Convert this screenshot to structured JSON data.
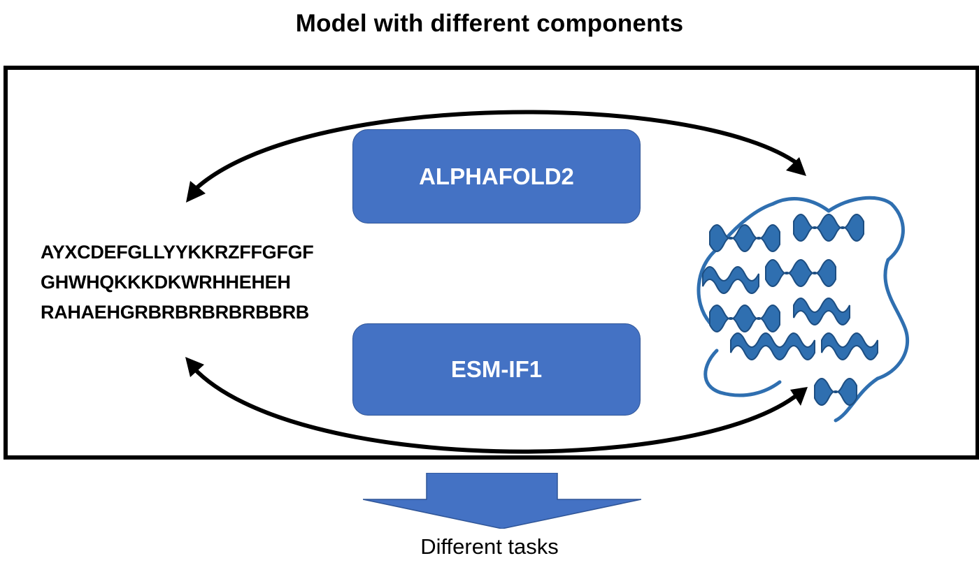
{
  "title": "Model with different components",
  "models": {
    "top": "ALPHAFOLD2",
    "bottom": "ESM-IF1"
  },
  "sequence": [
    "AYXCDEFGLLYYKKRZFFGFGF",
    "GHWHQKKKDKWRHHEHEH",
    "RAHAEHGRBRBRBRBRBBRB"
  ],
  "caption": "Different tasks",
  "colors": {
    "box_fill": "#4472c4",
    "box_border": "#2f5597",
    "protein": "#2f6fb0",
    "arrow": "#000000"
  },
  "icons": {
    "protein": "protein-structure-icon",
    "cycle_arrows": "curved-arrow-icon",
    "output_arrow": "down-arrow-icon"
  }
}
